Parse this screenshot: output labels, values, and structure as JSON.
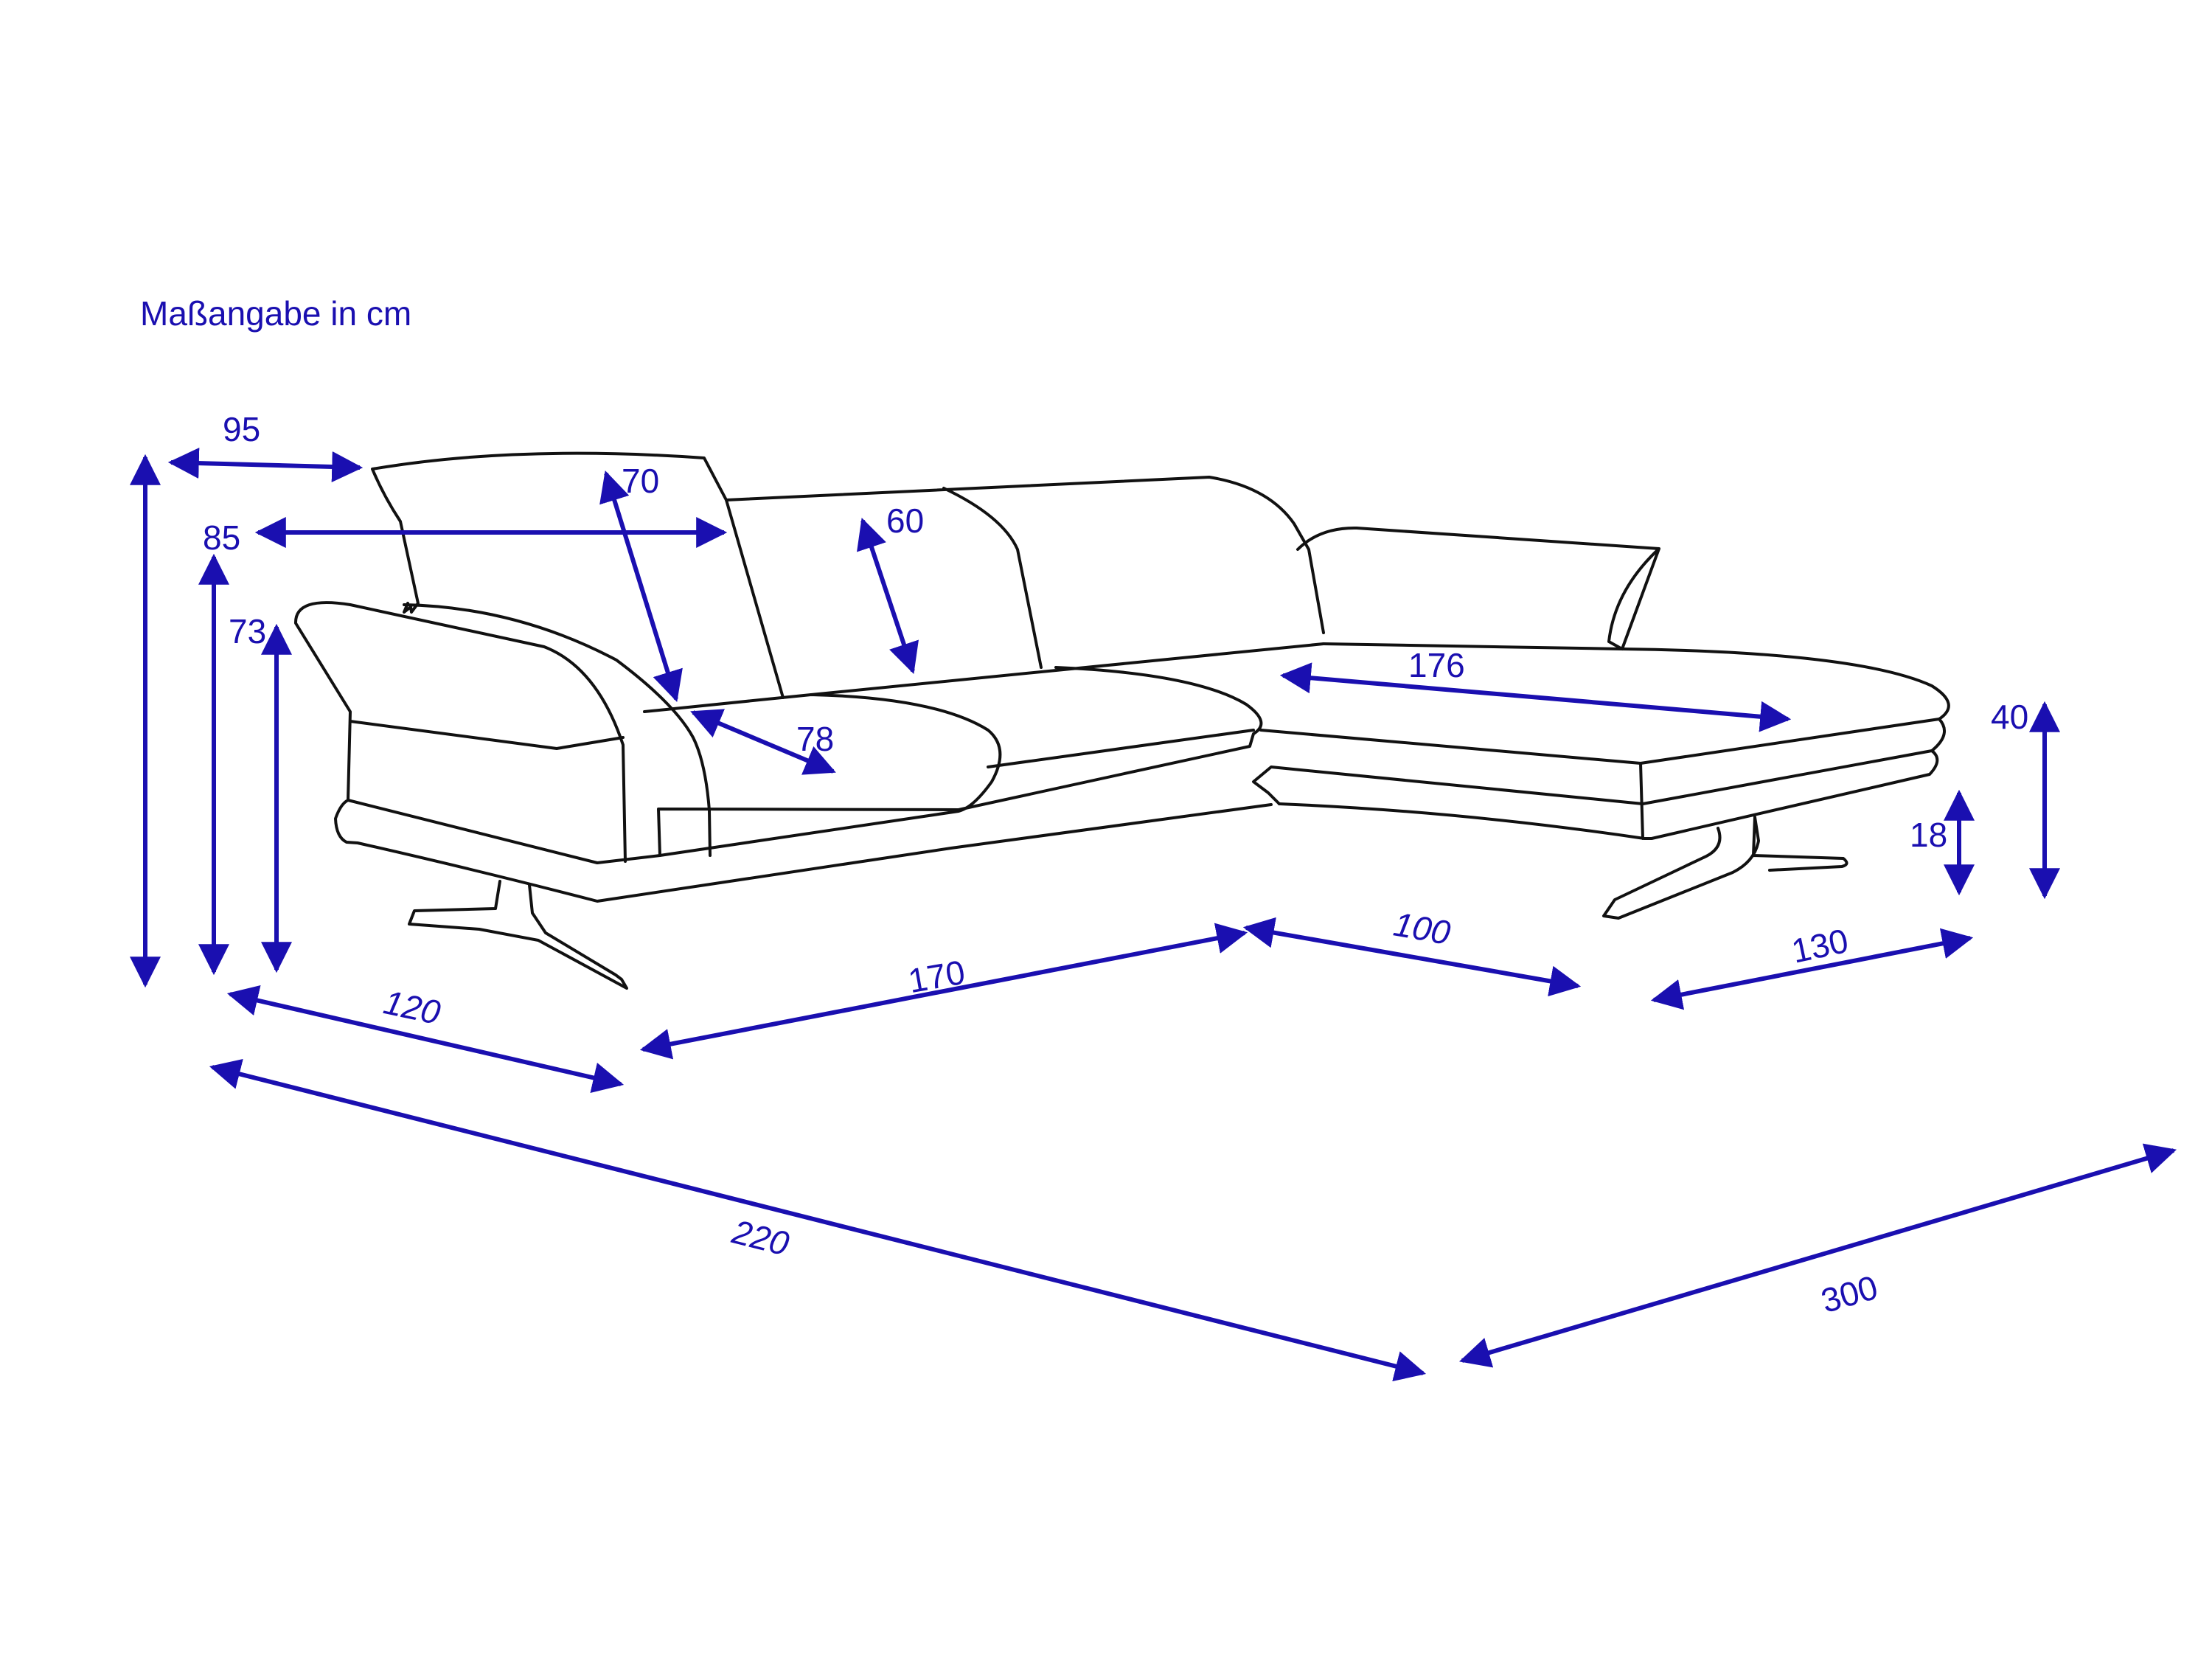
{
  "unit_note": "Maßangabe in cm",
  "colors": {
    "dimension": "#1a0fb0",
    "outline": "#111111",
    "background": "#ffffff"
  },
  "dimensions": {
    "back_width_95": "95",
    "seat_depth_85": "85",
    "height_73": "73",
    "headrest_70": "70",
    "headrest_60": "60",
    "seat_78": "78",
    "chaise_176": "176",
    "arm_height_40": "40",
    "leg_height_18": "18",
    "left_depth_120": "120",
    "middle_170": "170",
    "right_100": "100",
    "chaise_130": "130",
    "total_220": "220",
    "total_300": "300"
  }
}
